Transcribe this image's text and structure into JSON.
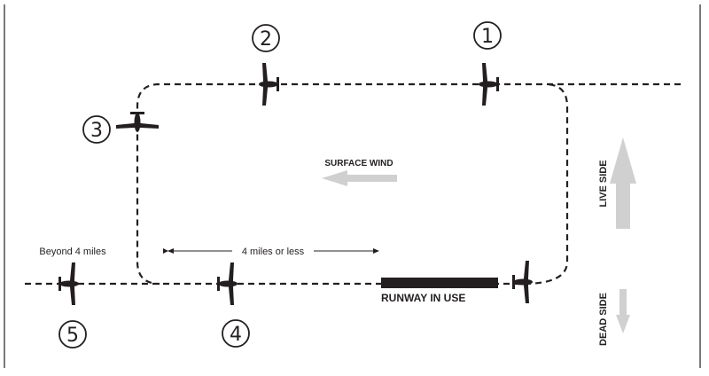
{
  "positions": [
    {
      "number": "1"
    },
    {
      "number": "2"
    },
    {
      "number": "3"
    },
    {
      "number": "4"
    },
    {
      "number": "5"
    }
  ],
  "labels": {
    "surface_wind": "SURFACE WIND",
    "live_side": "LIVE SIDE",
    "dead_side": "DEAD SIDE",
    "runway": "RUNWAY IN USE",
    "four_miles_or_less": "4 miles or less",
    "beyond_four_miles": "Beyond 4 miles"
  },
  "colors": {
    "ink": "#231f20",
    "arrow_gray": "#d0d0d0"
  }
}
